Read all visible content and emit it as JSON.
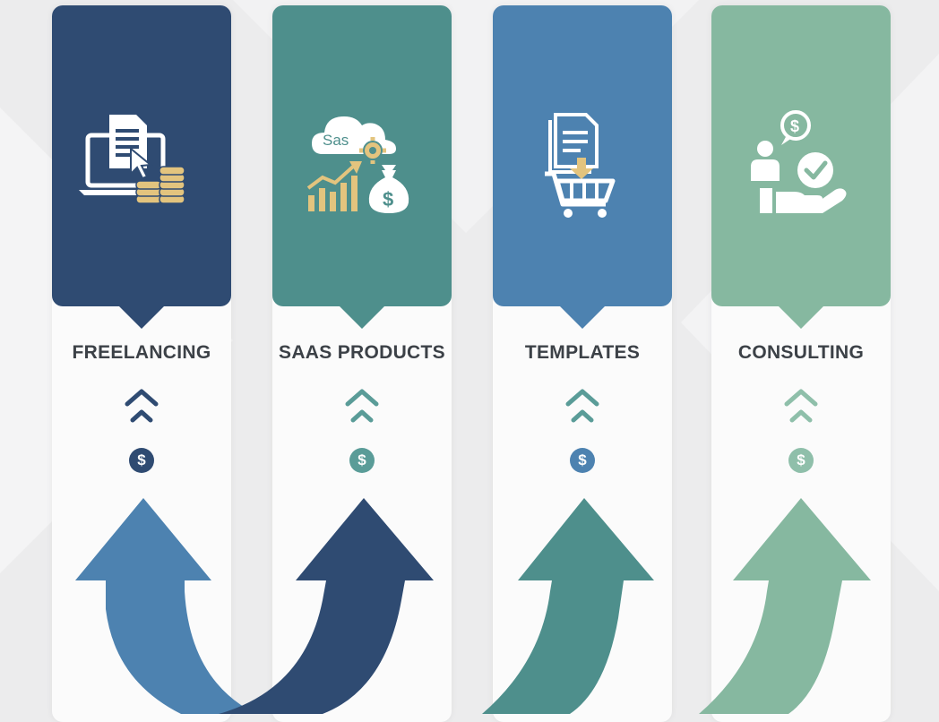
{
  "categories": [
    {
      "label": "FREELANCING",
      "icon": "laptop-document-coins-icon",
      "color": "#2f4b72",
      "chevron_color": "#2f4b72",
      "dollar_color": "#2f4b72",
      "dollar_symbol": "$"
    },
    {
      "label": "SAAS PRODUCTS",
      "icon": "cloud-saas-growth-icon",
      "color": "#4e8f8c",
      "chevron_color": "#5a9c98",
      "dollar_color": "#5a9c98",
      "dollar_symbol": "$",
      "icon_text": "Sas"
    },
    {
      "label": "TEMPLATES",
      "icon": "document-cart-icon",
      "color": "#4d82b0",
      "chevron_color": "#5a9c98",
      "dollar_color": "#4d82b0",
      "dollar_symbol": "$"
    },
    {
      "label": "CONSULTING",
      "icon": "person-hand-check-icon",
      "color": "#86b8a0",
      "chevron_color": "#8fbfaa",
      "dollar_color": "#8fbfaa",
      "dollar_symbol": "$"
    }
  ],
  "colors": {
    "icon_gold": "#e3c47e",
    "icon_white": "#ffffff",
    "arrow_colors": [
      "#4d82b0",
      "#2f4b72",
      "#4e8f8c",
      "#86b8a0"
    ]
  }
}
